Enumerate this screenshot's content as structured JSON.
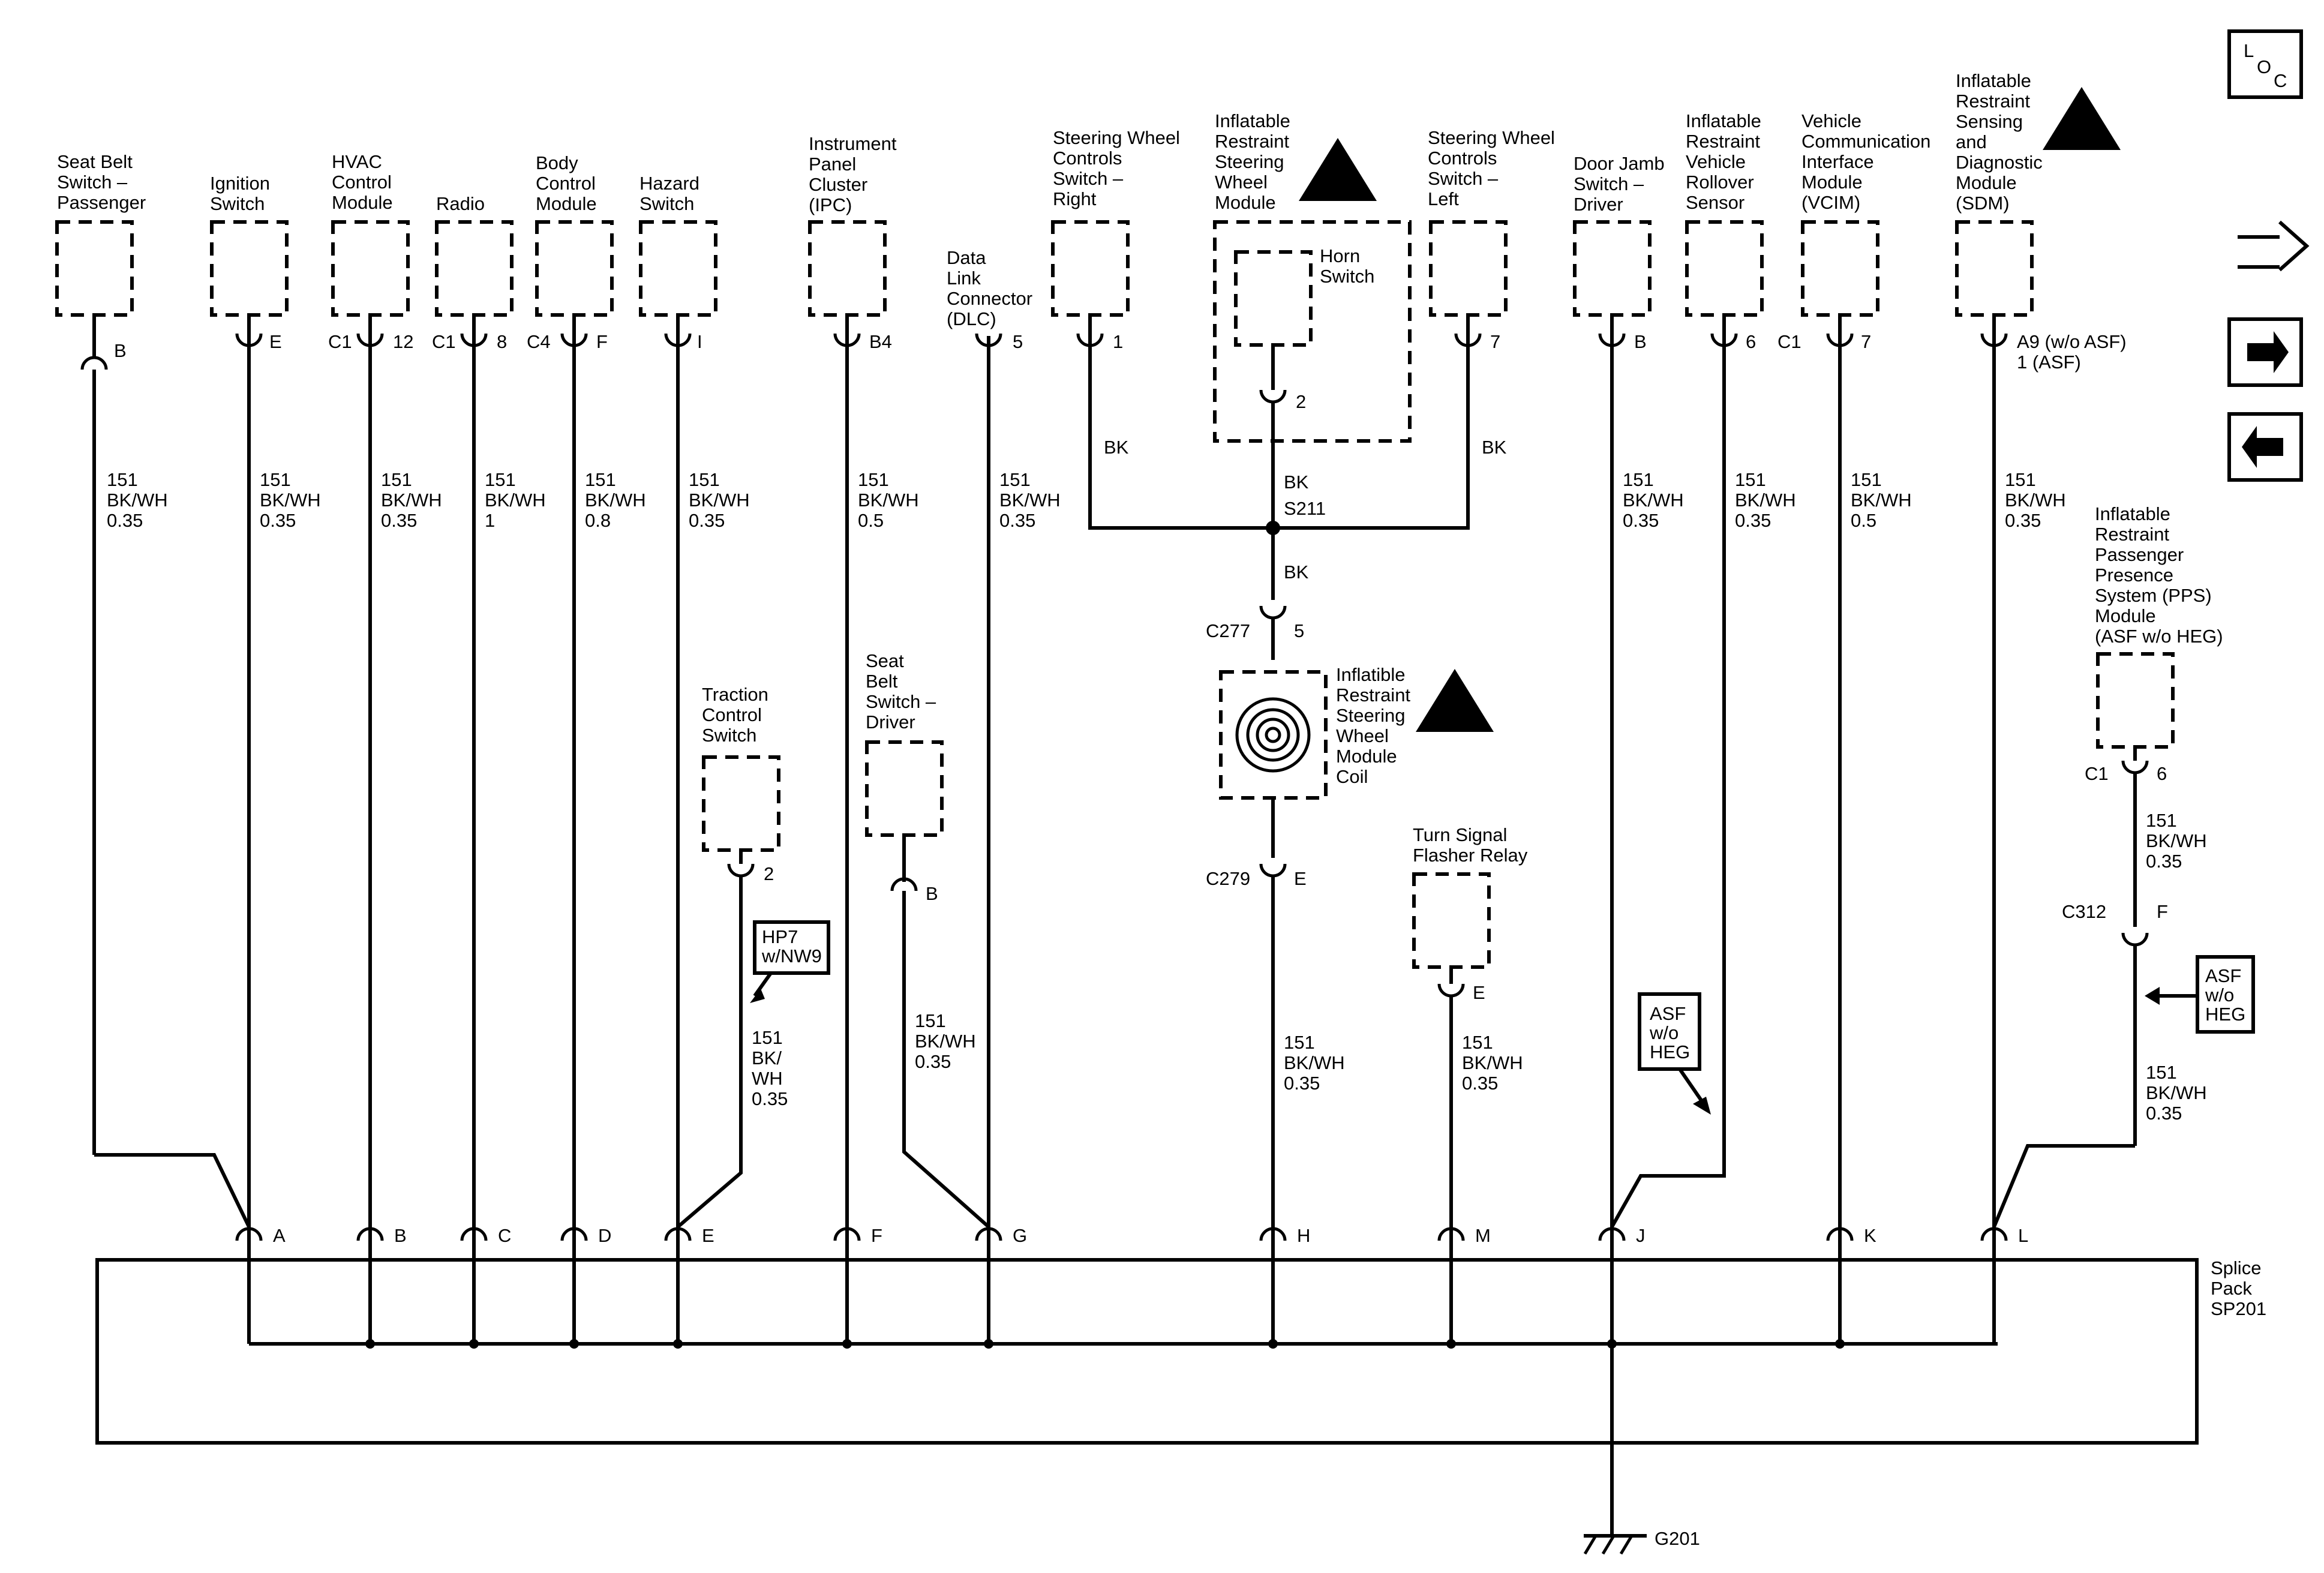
{
  "components": {
    "seat_belt_passenger": "Seat Belt\nSwitch –\nPassenger",
    "ignition": "Ignition\nSwitch",
    "hvac": "HVAC\nControl\nModule",
    "radio": "Radio",
    "bcm": "Body\nControl\nModule",
    "hazard": "Hazard\nSwitch",
    "ipc": "Instrument\nPanel\nCluster\n(IPC)",
    "dlc": "Data\nLink\nConnector\n(DLC)",
    "swc_right": "Steering Wheel\nControls\nSwitch –\nRight",
    "airbag_module": "Inflatable\nRestraint\nSteering\nWheel\nModule",
    "horn": "Horn\nSwitch",
    "swc_left": "Steering Wheel\nControls\nSwitch –\nLeft",
    "door_jamb": "Door Jamb\nSwitch –\nDriver",
    "rollover": "Inflatable\nRestraint\nVehicle\nRollover\nSensor",
    "vcim": "Vehicle\nCommunication\nInterface\nModule\n(VCIM)",
    "sdm": "Inflatable\nRestraint\nSensing\nand\nDiagnostic\nModule\n(SDM)",
    "pps": "Inflatable\nRestraint\nPassenger\nPresence\nSystem (PPS)\nModule\n(ASF w/o HEG)",
    "traction": "Traction\nControl\nSwitch",
    "seat_belt_driver": "Seat\nBelt\nSwitch –\nDriver",
    "coil": "Inflatible\nRestraint\nSteering\nWheel\nModule\nCoil",
    "turn_signal": "Turn Signal\nFlasher Relay",
    "splice_pack": "Splice\nPack\nSP201"
  },
  "pins": {
    "seat_belt_passenger": "B",
    "ignition": "E",
    "hvac_conn": "C1",
    "hvac": "12",
    "radio_conn": "C1",
    "radio": "8",
    "bcm_conn": "C4",
    "bcm": "F",
    "hazard": "I",
    "ipc": "B4",
    "dlc": "5",
    "swc_right": "1",
    "horn": "2",
    "swc_left": "7",
    "door_jamb": "B",
    "rollover": "6",
    "vcim_conn": "C1",
    "vcim": "7",
    "sdm": "A9 (w/o ASF)\n1 (ASF)",
    "pps_conn": "C1",
    "pps": "6",
    "c312_conn": "C312",
    "c312": "F",
    "traction": "2",
    "seat_belt_driver": "B",
    "c277_conn": "C277",
    "c277": "5",
    "c279_conn": "C279",
    "c279": "E",
    "turn_signal": "E"
  },
  "wires": {
    "w_passenger": "151\nBK/WH\n0.35",
    "w_ignition": "151\nBK/WH\n0.35",
    "w_hvac": "151\nBK/WH\n0.35",
    "w_radio": "151\nBK/WH\n1",
    "w_bcm": "151\nBK/WH\n0.8",
    "w_hazard": "151\nBK/WH\n0.35",
    "w_ipc": "151\nBK/WH\n0.5",
    "w_dlc": "151\nBK/WH\n0.35",
    "w_swc_right": "BK",
    "w_horn": "BK",
    "w_swc_left": "BK",
    "w_s211_down": "BK",
    "w_door": "151\nBK/WH\n0.35",
    "w_rollover": "151\nBK/WH\n0.35",
    "w_vcim": "151\nBK/WH\n0.5",
    "w_sdm": "151\nBK/WH\n0.35",
    "w_pps_upper": "151\nBK/WH\n0.35",
    "w_pps_lower": "151\nBK/WH\n0.35",
    "w_traction": "151\nBK/\nWH\n0.35",
    "w_seat_driver": "151\nBK/WH\n0.35",
    "w_coil": "151\nBK/WH\n0.35",
    "w_turn": "151\nBK/WH\n0.35"
  },
  "splice": {
    "name": "S211"
  },
  "splice_pins": [
    "A",
    "B",
    "C",
    "D",
    "E",
    "F",
    "G",
    "H",
    "M",
    "J",
    "K",
    "L"
  ],
  "ground": "G201",
  "options": {
    "hp7": "HP7\nw/NW9",
    "asf_mid": "ASF\nw/o\nHEG",
    "asf_right": "ASF\nw/o\nHEG"
  },
  "nav": {
    "loc_l": "L",
    "loc_o": "O",
    "loc_c": "C"
  }
}
